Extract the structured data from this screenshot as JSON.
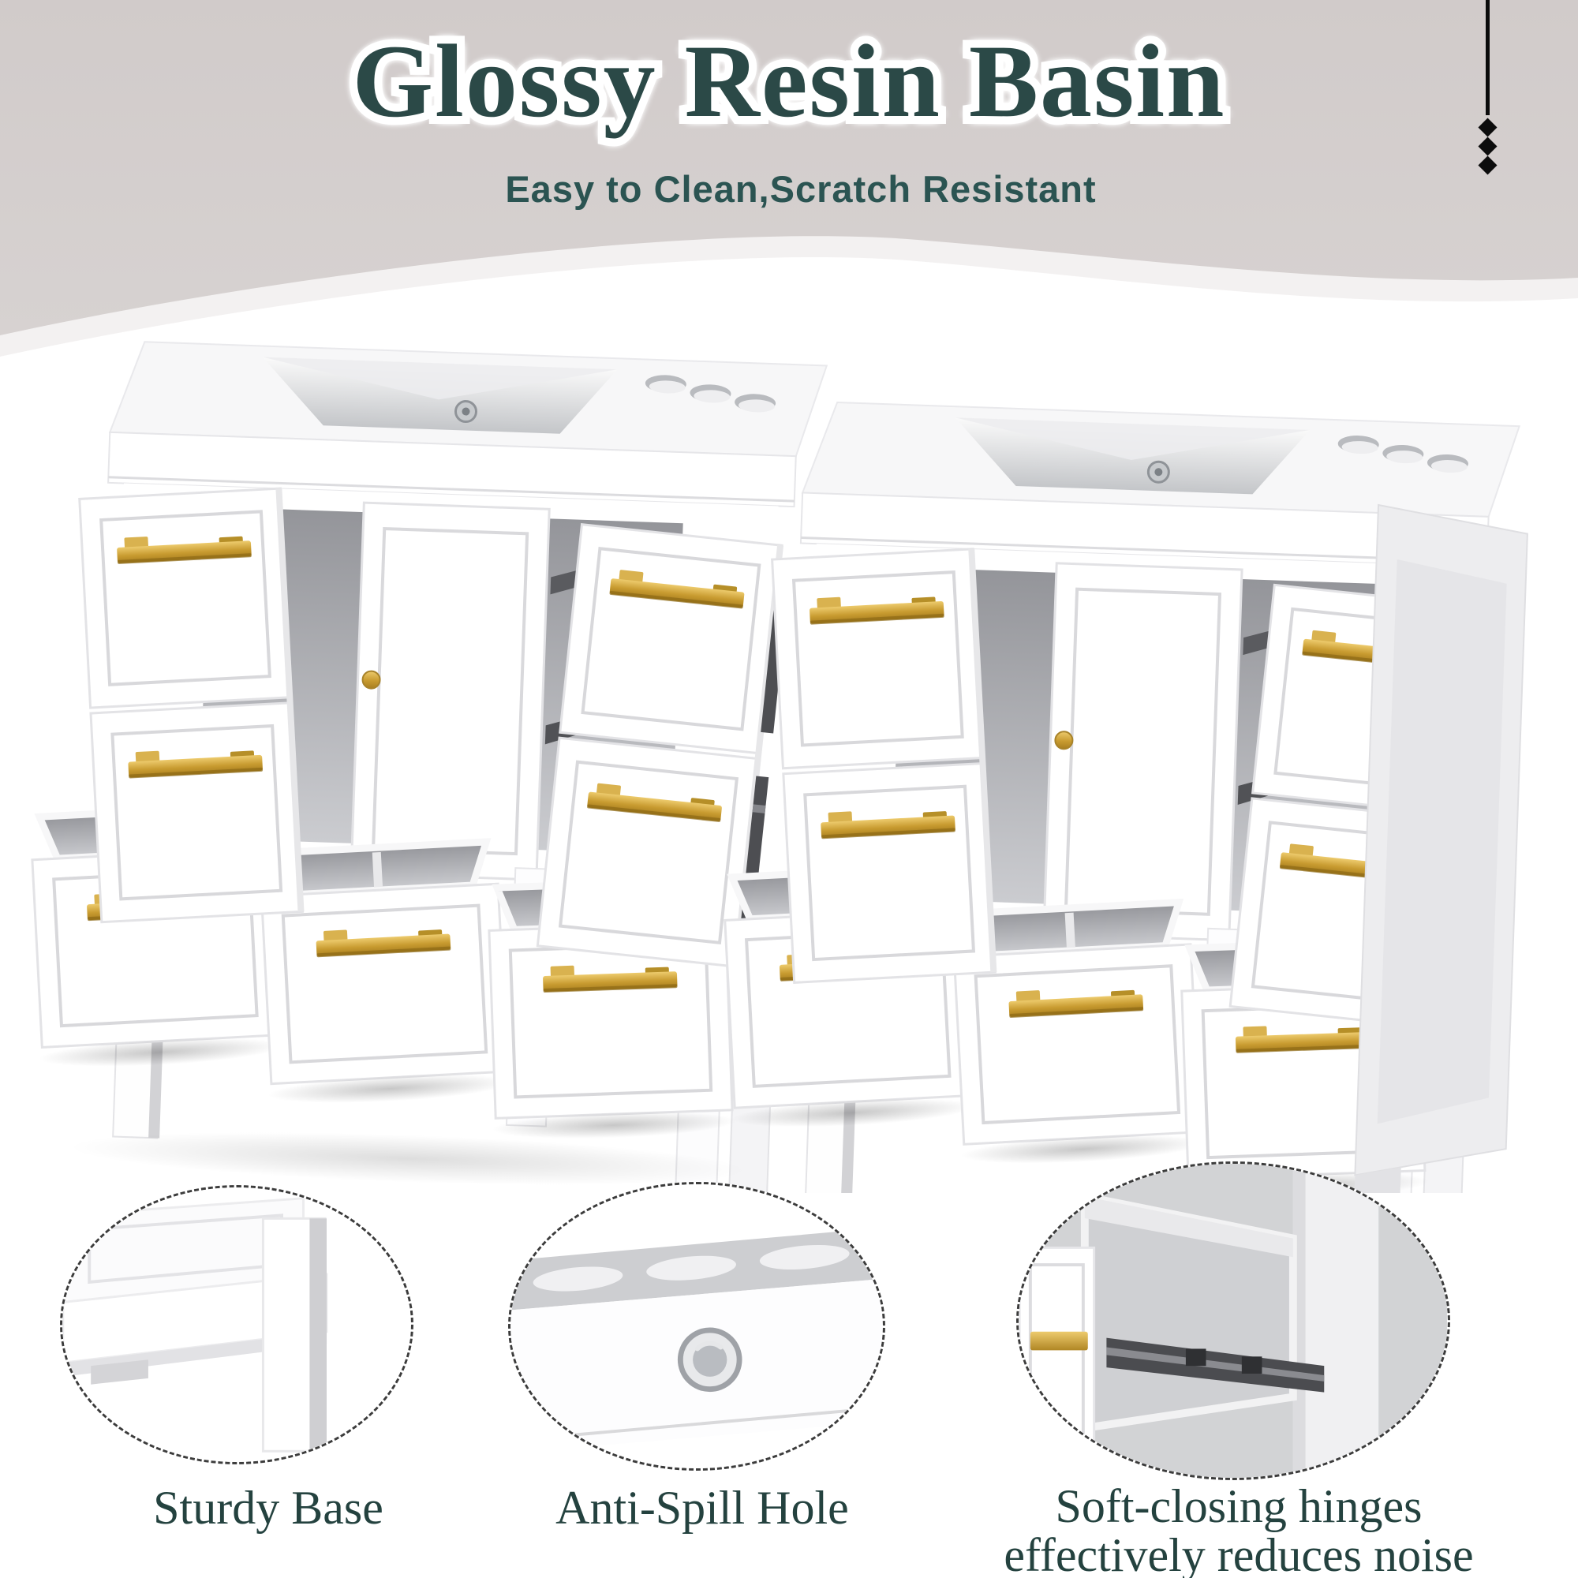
{
  "header": {
    "title": "Glossy Resin Basin",
    "subtitle": "Easy to Clean,Scratch Resistant"
  },
  "ornament": {
    "icon": "diamond-chain-icon",
    "diamond_count": 3
  },
  "product": {
    "description": "White double-sink bathroom vanity with two glossy resin basins, open drawers with gold bar handles, metal slide rails and sturdy legs"
  },
  "features": [
    {
      "lines": [
        "Sturdy Base"
      ]
    },
    {
      "lines": [
        "Anti-Spill Hole"
      ]
    },
    {
      "lines": [
        "Soft-closing hinges",
        "effectively reduces noise"
      ]
    }
  ],
  "colors": {
    "band_gray": "#d3cdcc",
    "title_teal": "#2b4947",
    "subtitle_teal": "#2b5452",
    "caption_teal": "#24423f",
    "gold_hardware": "#c9a13c",
    "chrome": "#9fa3a8",
    "cabinet_white": "#ffffff",
    "ornament_black": "#0b0b0b"
  }
}
